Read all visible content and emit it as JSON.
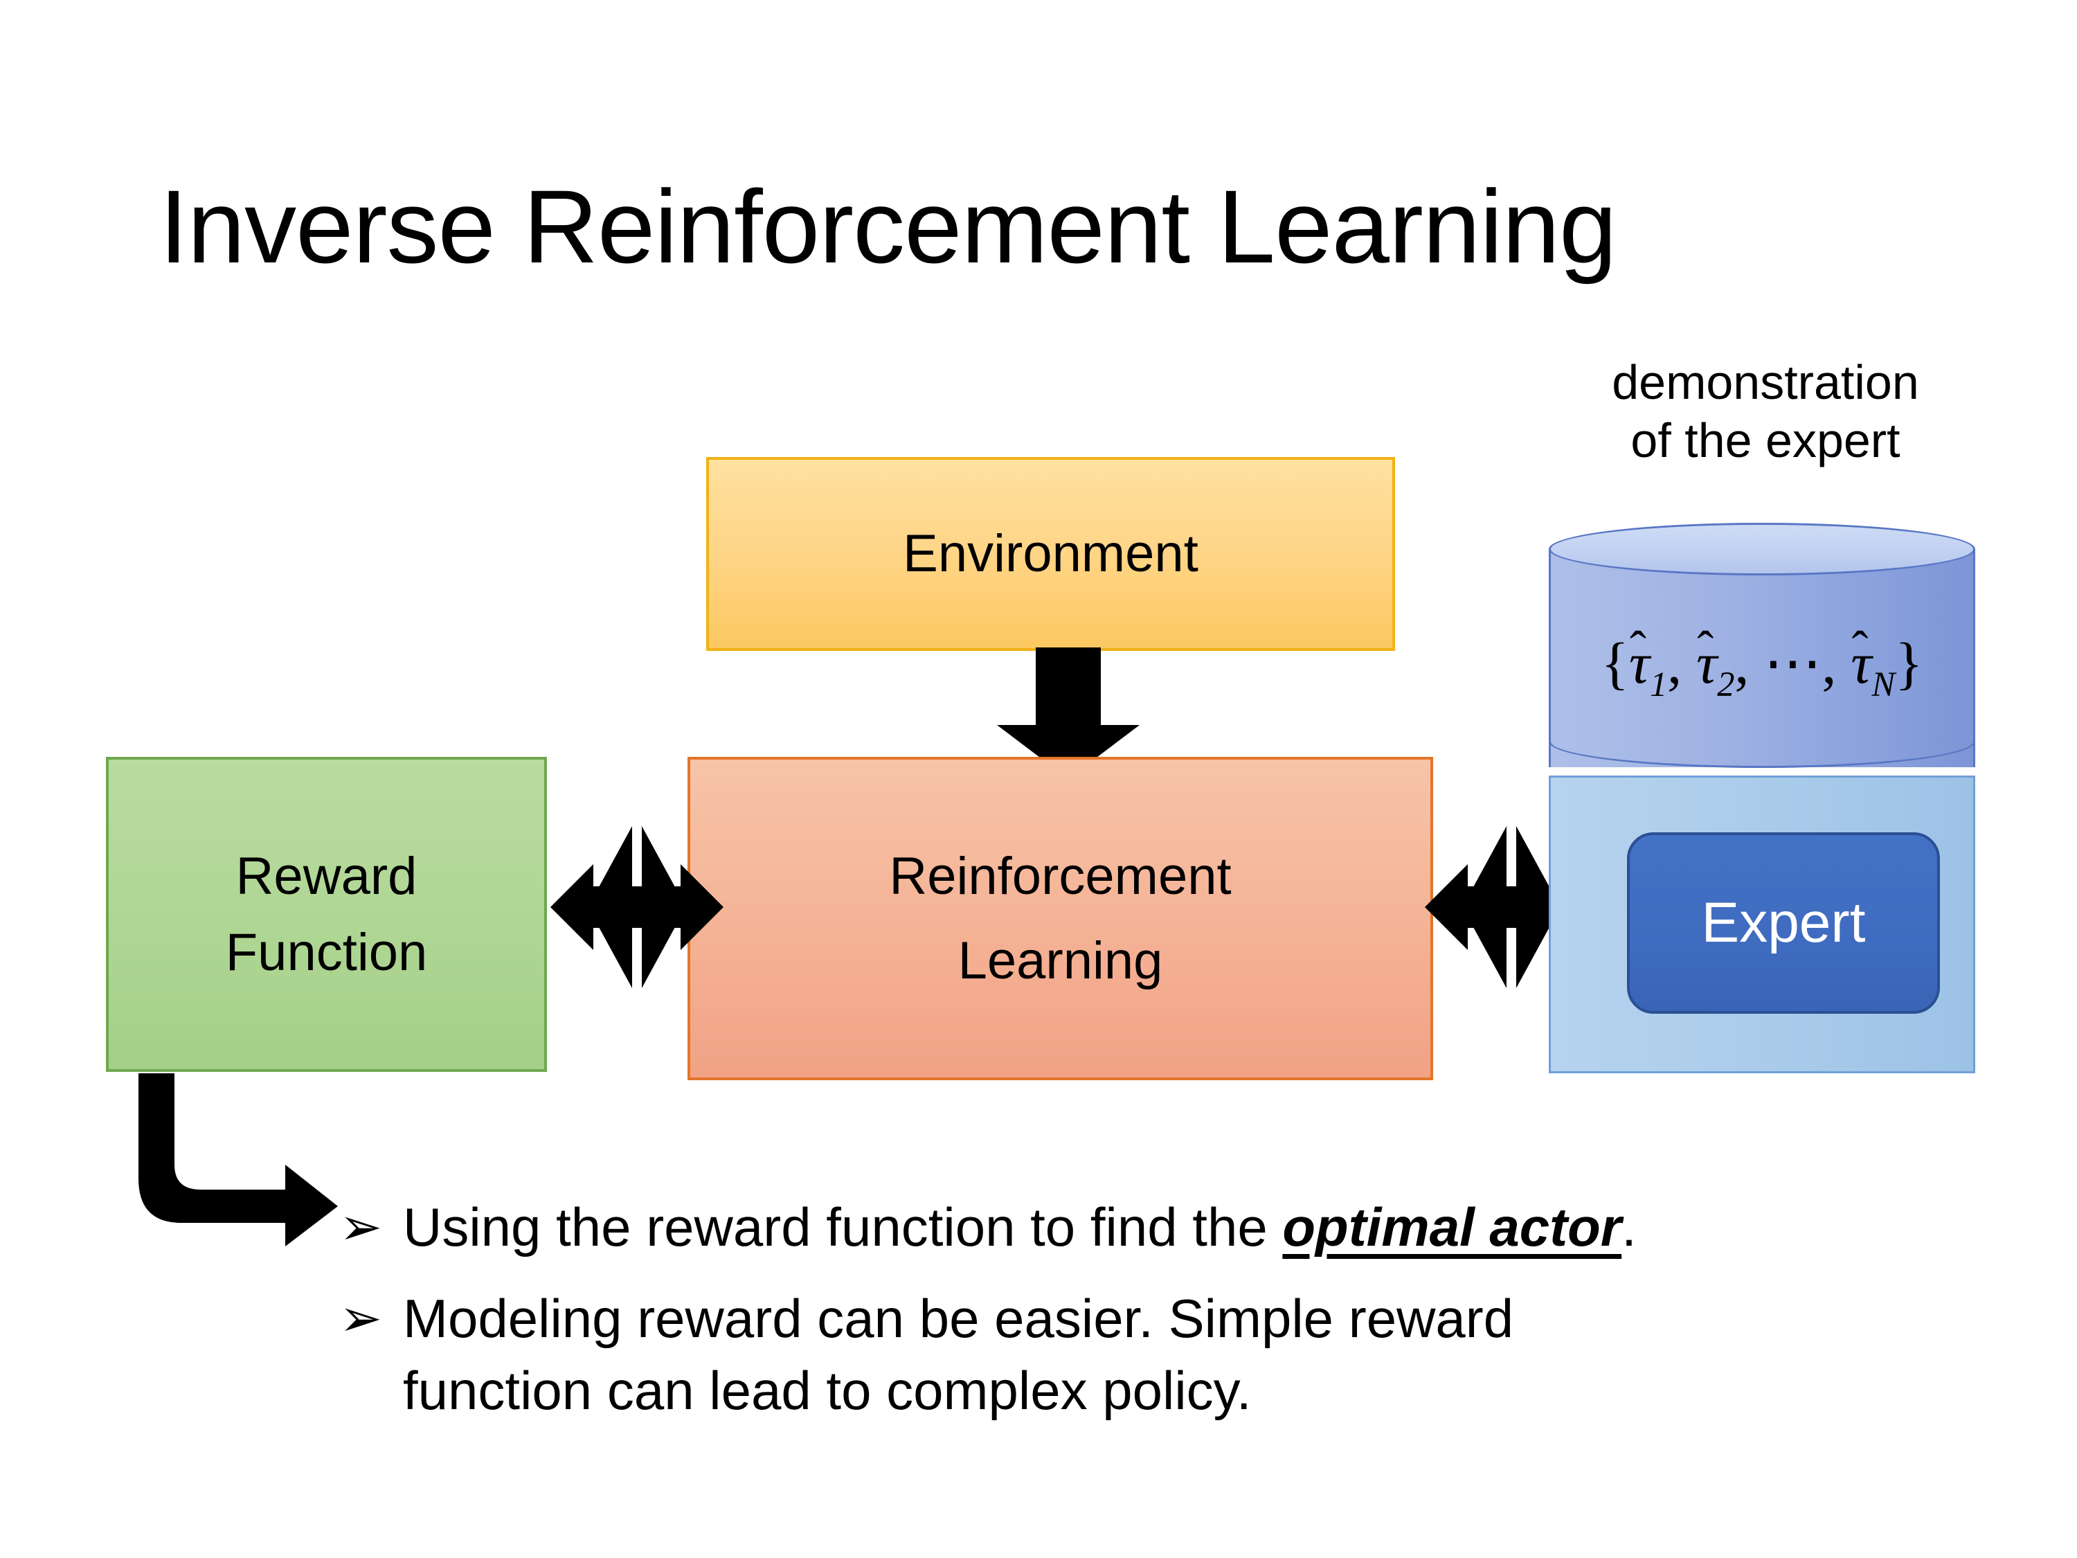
{
  "slide": {
    "title": "Inverse Reinforcement Learning",
    "background_color": "#ffffff"
  },
  "diagram": {
    "environment": {
      "label": "Environment",
      "fill_top": "#ffe1a0",
      "fill_bottom": "#fcc861",
      "border_color": "#f2b215"
    },
    "reward_function": {
      "label_line1": "Reward",
      "label_line2": "Function",
      "fill_top": "#b9dba0",
      "fill_bottom": "#a4cf88",
      "border_color": "#6fa74f"
    },
    "reinforcement_learning": {
      "label_line1": "Reinforcement",
      "label_line2": "Learning",
      "fill_top": "#f7c4a8",
      "fill_bottom": "#f2a285",
      "border_color": "#e2762a"
    },
    "demonstration": {
      "caption_line1": "demonstration",
      "caption_line2": "of the expert",
      "cylinder_formula": "{τ̂1, τ̂2, ⋯, τ̂N}",
      "formula_parts": {
        "open_brace": "{",
        "tau": "τ",
        "hat": "̂",
        "sub1": "1",
        "sub2": "2",
        "subN": "N",
        "comma": ",",
        "ellipsis": "⋯",
        "close_brace": "}"
      },
      "cylinder_fill_light": "#aebfe8",
      "cylinder_fill_dark": "#7d95d6",
      "cylinder_top_fill": "#cddbf5",
      "cylinder_border": "#5876c4"
    },
    "expert_panel": {
      "fill_left": "#b6d3ef",
      "fill_right": "#9cc2e6",
      "border_color": "#6fa0d8"
    },
    "expert": {
      "label": "Expert",
      "fill": "#4371c4",
      "border_color": "#2b4f93",
      "text_color": "#ffffff"
    },
    "connectors": {
      "env_to_rl": "down-arrow",
      "reward_to_rl": "four-way-arrow",
      "rl_to_expert": "four-way-arrow",
      "reward_to_bullets": "elbow-arrow",
      "arrow_color": "#000000"
    }
  },
  "bullets": {
    "marker": "➢",
    "items": [
      {
        "prefix": "Using the reward function to find the ",
        "emphasis": "optimal actor",
        "suffix": "."
      },
      {
        "prefix": "Modeling reward can be easier. Simple reward function can lead to complex policy.",
        "emphasis": "",
        "suffix": ""
      }
    ]
  }
}
